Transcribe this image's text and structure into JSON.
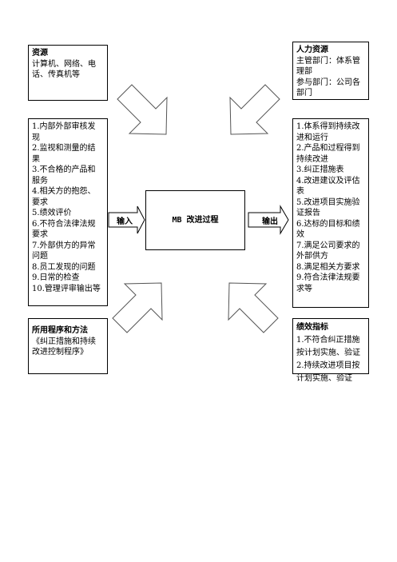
{
  "resources": {
    "title": "资源",
    "lines": [
      "计算机、网络、电",
      "话、传真机等"
    ]
  },
  "hr": {
    "title": "人力资源",
    "lines": [
      "主管部门：体系管",
      "理部",
      "参与部门：公司各",
      "部门"
    ]
  },
  "inputs": {
    "lines": [
      "1.内部外部审核发",
      "现",
      "2.监视和测量的结",
      "果",
      "3.不合格的产品和",
      "服务",
      "4.相关方的抱怨、",
      "要求",
      "5.绩效评价",
      "6.不符合法律法规",
      "要求",
      "7.外部供方的异常",
      "问题",
      "8.员工发现的问题",
      "9.日常的检查",
      "10.管理评审输出等"
    ]
  },
  "process": {
    "label": "MB 改进过程"
  },
  "input_arrow": {
    "label": "输入"
  },
  "output_arrow": {
    "label": "输出"
  },
  "outputs": {
    "lines": [
      "1.体系得到持续改",
      "进和运行",
      "2.产品和过程得到",
      "持续改进",
      "3.纠正措施表",
      "4.改进建议及评估",
      "表",
      "5.改进项目实施验",
      "证报告",
      "6.达标的目标和绩",
      "效",
      "7.满足公司要求的",
      "外部供方",
      "8.满足相关方要求",
      "9.符合法律法规要",
      "求等"
    ]
  },
  "methods": {
    "title": "所用程序和方法",
    "lines": [
      "《纠正措施和持续",
      "改进控制程序》"
    ]
  },
  "kpi": {
    "title": "绩效指标",
    "lines": [
      "1.不符合纠正措施",
      "按计划实施、验证",
      "2.持续改进项目按",
      "计划实施、验证"
    ]
  }
}
